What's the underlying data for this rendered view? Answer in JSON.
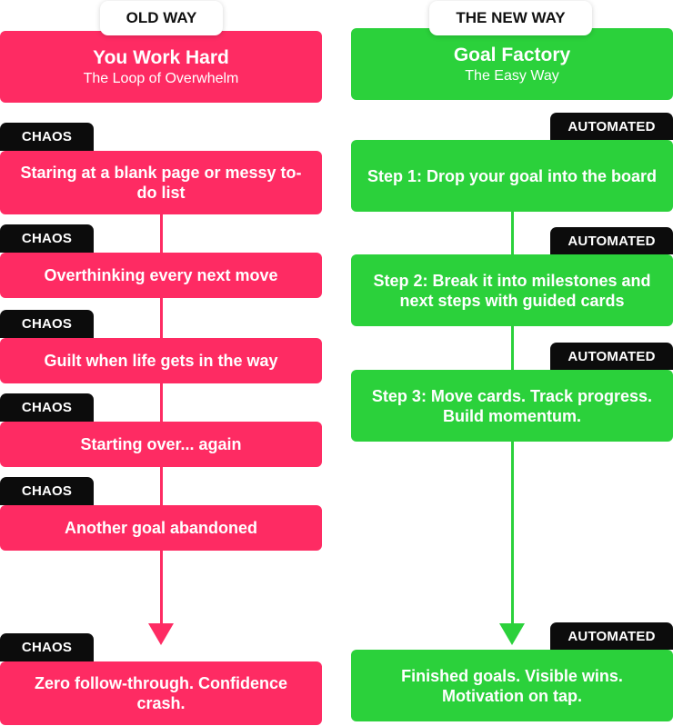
{
  "colors": {
    "old": "#fe2b63",
    "new": "#2bd13b",
    "tag": "#0c0c0c"
  },
  "old_way": {
    "pill": "OLD WAY",
    "title": "You Work Hard",
    "subtitle": "The Loop of Overwhelm",
    "tag_label": "CHAOS",
    "steps": [
      "Staring at a blank page or messy to-do list",
      "Overthinking every next move",
      "Guilt when life gets in the way",
      "Starting over... again",
      "Another goal abandoned",
      "Zero follow-through. Confidence crash."
    ]
  },
  "new_way": {
    "pill": "THE NEW WAY",
    "title": "Goal Factory",
    "subtitle": "The Easy Way",
    "tag_label": "AUTOMATED",
    "steps": [
      "Step 1: Drop your goal into the board",
      "Step 2: Break it into milestones and next steps with guided cards",
      "Step 3: Move cards. Track progress. Build momentum.",
      "Finished goals. Visible wins. Motivation on tap."
    ]
  }
}
